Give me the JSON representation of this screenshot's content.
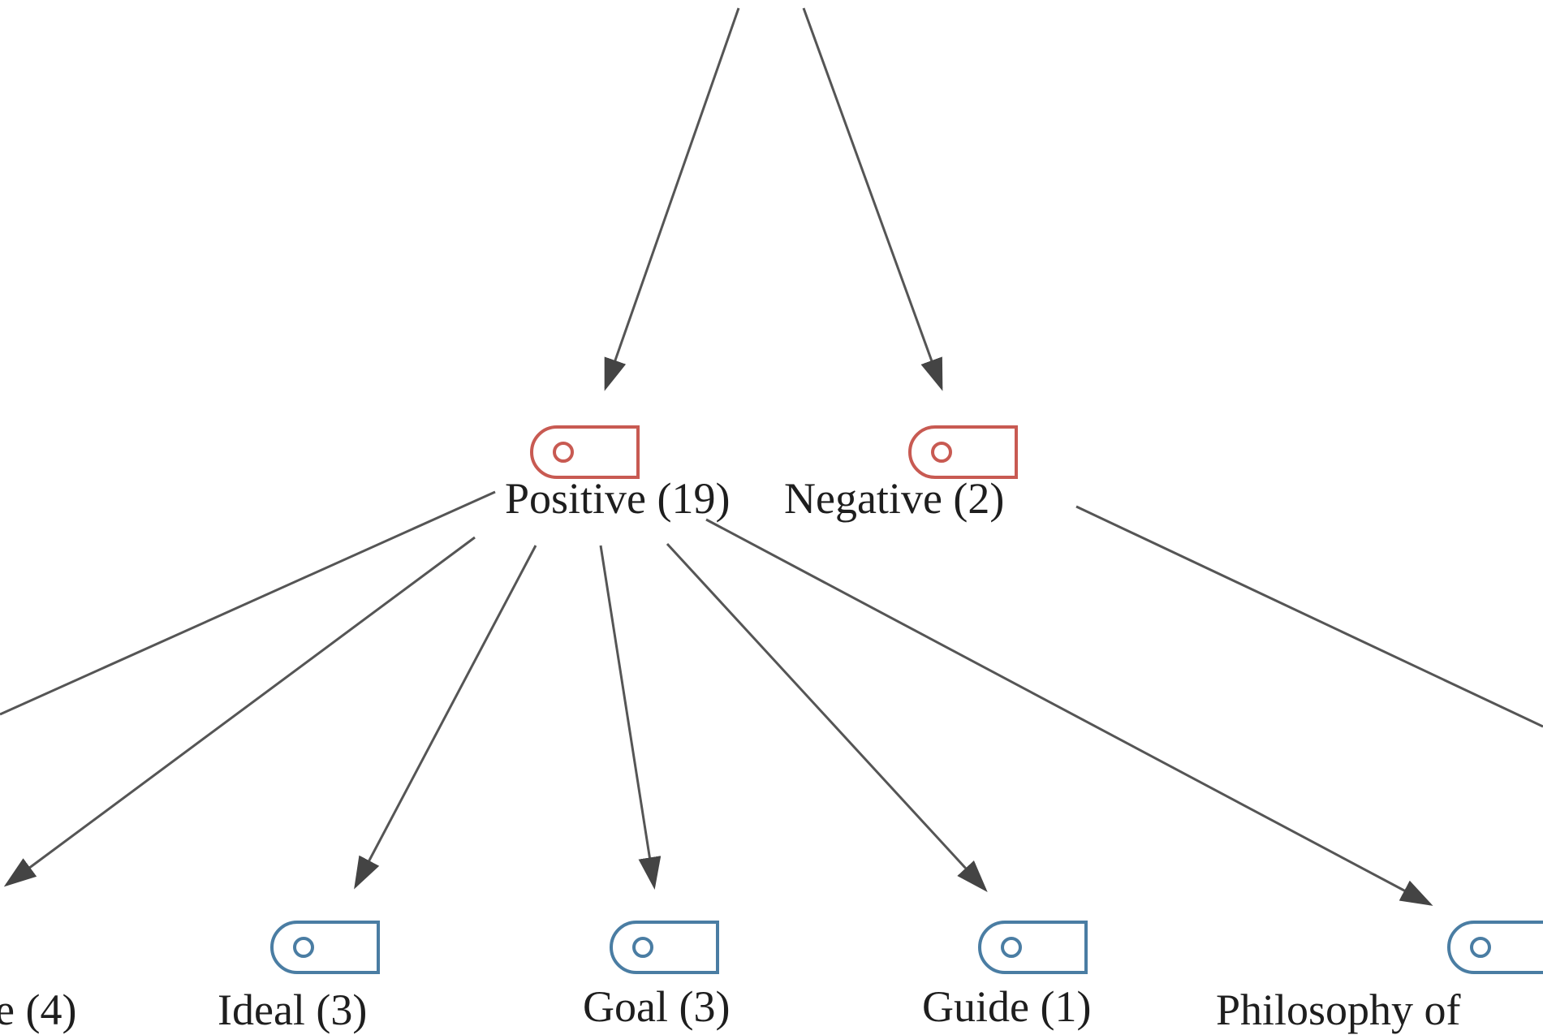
{
  "diagram": {
    "top_label_fragment": "",
    "nodes": {
      "positive": {
        "label": "Positive (19)",
        "icon": "tag-icon",
        "color": "#c85a52"
      },
      "negative": {
        "label": "Negative (2)",
        "icon": "tag-icon",
        "color": "#c85a52"
      },
      "left_clipped": {
        "label": "e (4)",
        "icon": "tag-icon",
        "color": "#4a7da3"
      },
      "ideal": {
        "label": "Ideal (3)",
        "icon": "tag-icon",
        "color": "#4a7da3"
      },
      "goal": {
        "label": "Goal (3)",
        "icon": "tag-icon",
        "color": "#4a7da3"
      },
      "guide": {
        "label": "Guide (1)",
        "icon": "tag-icon",
        "color": "#4a7da3"
      },
      "philosophy": {
        "label": "Philosophy of",
        "icon": "tag-icon",
        "color": "#4a7da3"
      }
    },
    "edge_color": "#555555"
  }
}
